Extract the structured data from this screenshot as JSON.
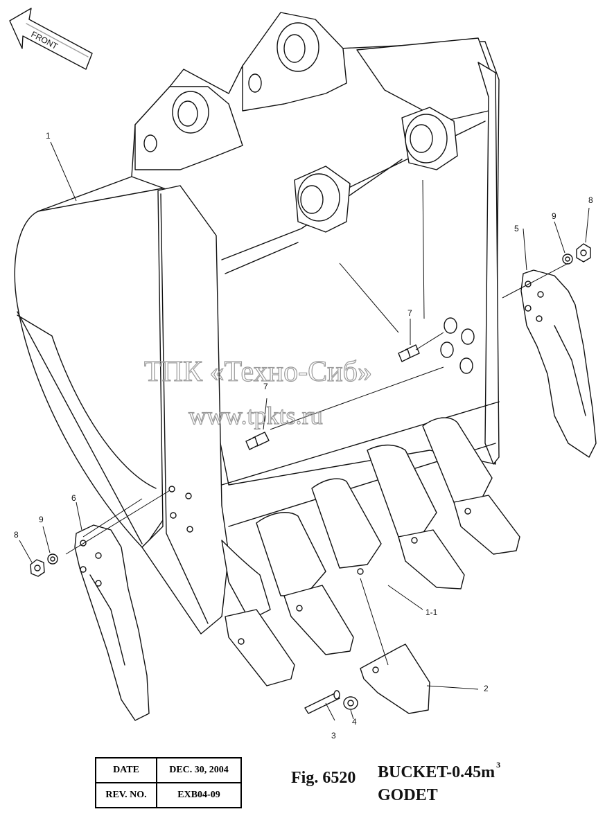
{
  "front_label": "FRONT",
  "callouts": {
    "c1": "1",
    "c2": "2",
    "c3": "3",
    "c4": "4",
    "c5": "5",
    "c6": "6",
    "c7a": "7",
    "c7b": "7",
    "c8a": "8",
    "c8b": "8",
    "c9a": "9",
    "c9b": "9",
    "c11": "1-1"
  },
  "watermark": {
    "line1": "ТПК «Техно-Сиб»",
    "line2": "www.tpkts.ru"
  },
  "info": {
    "date_label": "DATE",
    "date_value": "DEC. 30, 2004",
    "rev_label": "REV. NO.",
    "rev_value": "EXB04-09"
  },
  "figure": {
    "number": "Fig. 6520",
    "title": "BUCKET-0.45m",
    "title_sup": "3",
    "subtitle": "GODET"
  }
}
